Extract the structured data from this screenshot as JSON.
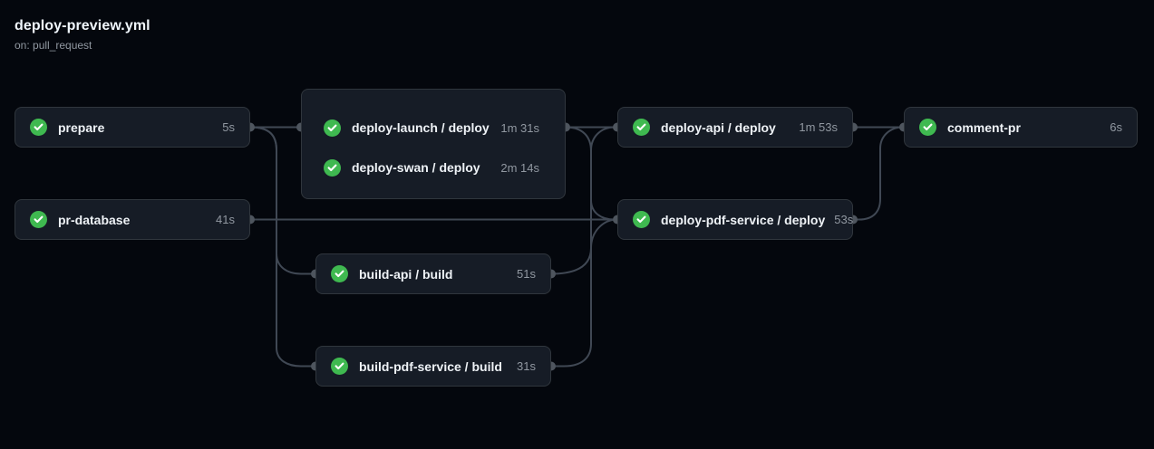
{
  "header": {
    "title": "deploy-preview.yml",
    "subtitle": "on: pull_request"
  },
  "nodes": [
    {
      "id": "prepare",
      "label": "prepare",
      "duration": "5s",
      "status": "success"
    },
    {
      "id": "pr-database",
      "label": "pr-database",
      "duration": "41s",
      "status": "success"
    },
    {
      "id": "deploy-launch",
      "label": "deploy-launch / deploy",
      "duration": "1m 31s",
      "status": "success",
      "group": "deploy-group"
    },
    {
      "id": "deploy-swan",
      "label": "deploy-swan / deploy",
      "duration": "2m 14s",
      "status": "success",
      "group": "deploy-group"
    },
    {
      "id": "build-api",
      "label": "build-api / build",
      "duration": "51s",
      "status": "success"
    },
    {
      "id": "build-pdf-service",
      "label": "build-pdf-service / build",
      "duration": "31s",
      "status": "success"
    },
    {
      "id": "deploy-api",
      "label": "deploy-api / deploy",
      "duration": "1m 53s",
      "status": "success"
    },
    {
      "id": "deploy-pdf-service",
      "label": "deploy-pdf-service / deploy",
      "duration": "53s",
      "status": "success"
    },
    {
      "id": "comment-pr",
      "label": "comment-pr",
      "duration": "6s",
      "status": "success"
    }
  ],
  "edges": [
    {
      "from": "prepare",
      "to": "deploy-group"
    },
    {
      "from": "prepare",
      "to": "build-api"
    },
    {
      "from": "prepare",
      "to": "build-pdf-service"
    },
    {
      "from": "pr-database",
      "to": "deploy-pdf-service"
    },
    {
      "from": "deploy-group",
      "to": "deploy-api"
    },
    {
      "from": "deploy-group",
      "to": "deploy-pdf-service"
    },
    {
      "from": "build-api",
      "to": "deploy-pdf-service"
    },
    {
      "from": "build-pdf-service",
      "to": "deploy-api"
    },
    {
      "from": "deploy-api",
      "to": "comment-pr"
    },
    {
      "from": "deploy-pdf-service",
      "to": "comment-pr"
    }
  ],
  "colors": {
    "success": "#3fb950",
    "check": "#ffffff",
    "edge": "#404854",
    "port": "#4e555e"
  }
}
